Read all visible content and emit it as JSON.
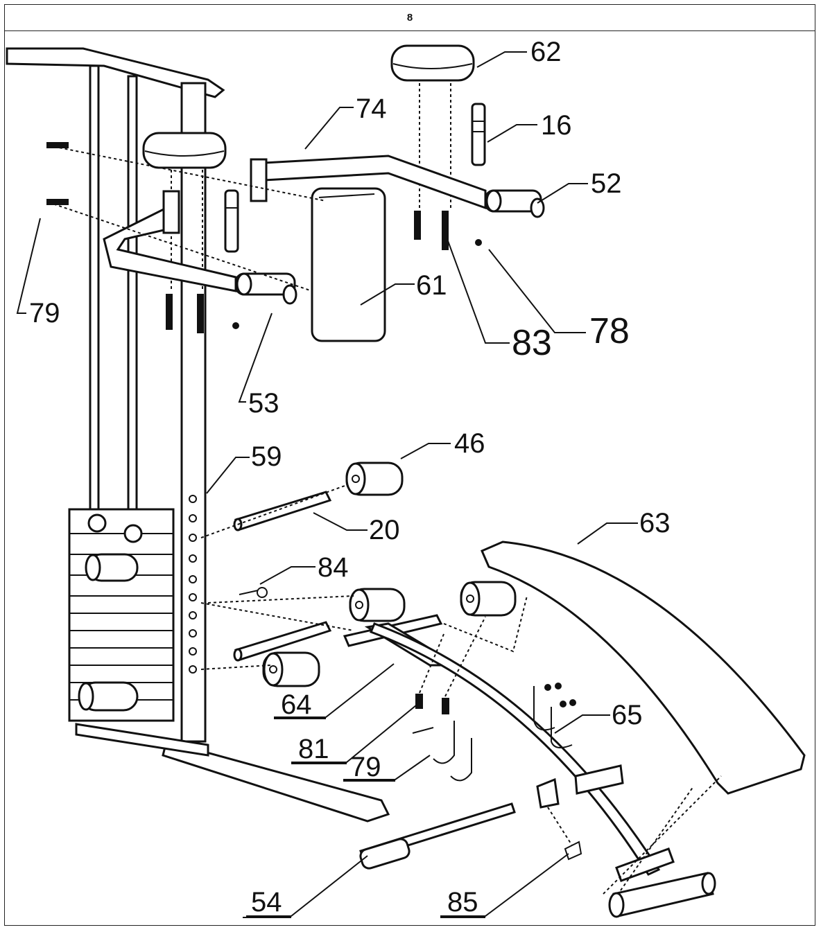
{
  "page": {
    "number": "8"
  },
  "labels": {
    "p62": "62",
    "p74": "74",
    "p16": "16",
    "p52": "52",
    "p79a": "79",
    "p61": "61",
    "p83": "83",
    "p78": "78",
    "p53": "53",
    "p59": "59",
    "p46": "46",
    "p20": "20",
    "p63": "63",
    "p84": "84",
    "p64": "64",
    "p65": "65",
    "p81": "81",
    "p79b": "79",
    "p54": "54",
    "p85": "85"
  },
  "colors": {
    "line": "#111111",
    "background": "#ffffff"
  }
}
